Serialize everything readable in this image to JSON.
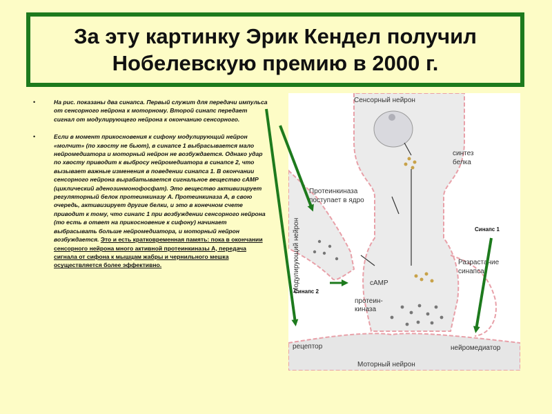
{
  "title": {
    "line1": "За эту картинку  Эрик Кендел получил",
    "line2": "Нобелевскую премию в 2000 г."
  },
  "paragraphs": {
    "p1": "На рис. показаны два синапса. Первый служит для передачи импульса от сенсорного нейрона к моторному. Второй синапс передает сигнал от модулирующего нейрона к окончанию сенсорного.",
    "p2_main": "Если в момент прикосновения к сифону модулирующий нейрон «молчит» (по хвосту не бьют), в синапсе 1 выбрасывается мало нейромедиатора и моторный нейрон не возбуждается. Однако удар по хвосту приводит к выбросу нейромедиатора в синапсе 2, что вызывает важные изменения в поведении синапса 1. В окончании сенсорного нейрона вырабатывается сигнальное вещество cAMP (циклический аденозинмонофосфат). Это вещество активизирует регуляторный белок протеинкиназу А. Протеинкиназа А, в свою очередь, активизирует другие белки, и это в конечном счете приводит к тому, что синапс 1 при возбуждении сенсорного нейрона (то есть в ответ на прикосновение к сифону) начинает выбрасывать больше нейромедиатора, и моторный нейрон возбуждается.",
    "p2_underlined": "Это и есть кратковременная память: пока в окончании сенсорного нейрона много активной протеинкиназы А, передача сигнала от сифона к мышцам жабры и чернильного мешка осуществляется более эффективно."
  },
  "figure_labels": {
    "sensory_neuron": "Сенсорный нейрон",
    "protein_synthesis_1": "синтез",
    "protein_synthesis_2": "белка",
    "pk_nucleus_1": "Протеинкиназа",
    "pk_nucleus_2": "поступает в ядро",
    "modulating_neuron": "Модулирующий нейрон",
    "synapse1": "Синапс 1",
    "growth_1": "Разрастание",
    "growth_2": "синапса",
    "camp": "cAMP",
    "synapse2": "Синапс 2",
    "pk_1": "протеин-",
    "pk_2": "киназа",
    "receptor": "рецептор",
    "neurotransmitter": "нейромедиатор",
    "motor_neuron": "Моторный нейрон"
  },
  "colors": {
    "background": "#fdfcc6",
    "frame_green": "#1d7a1d",
    "membrane_pink": "#e8a0a8",
    "neuron_fill": "#ebebeb"
  }
}
